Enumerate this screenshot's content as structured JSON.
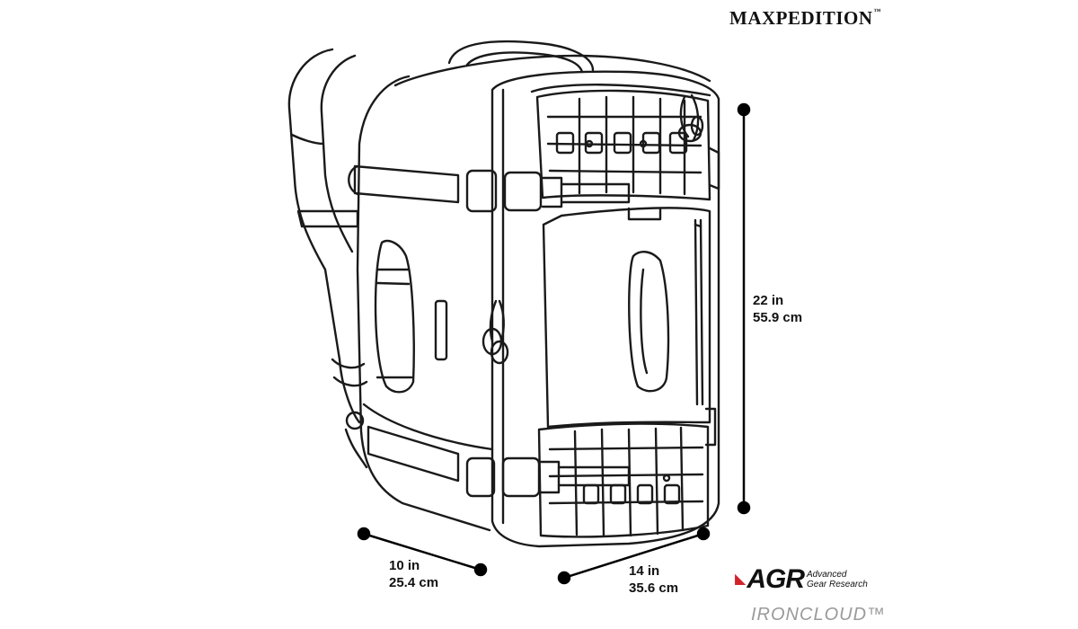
{
  "brand": {
    "name": "MAXPEDITION",
    "tm": "™"
  },
  "dimensions": {
    "height": {
      "imperial": "22 in",
      "metric": "55.9 cm"
    },
    "depth": {
      "imperial": "10 in",
      "metric": "25.4 cm"
    },
    "width": {
      "imperial": "14 in",
      "metric": "35.6 cm"
    }
  },
  "series_logo": {
    "mark": "AGR",
    "line1": "Advanced",
    "line2": "Gear Research"
  },
  "product_name": "IRONCLOUD™",
  "colors": {
    "line": "#1a1a1a",
    "accent": "#d2232a",
    "muted": "#9a9a9a"
  }
}
